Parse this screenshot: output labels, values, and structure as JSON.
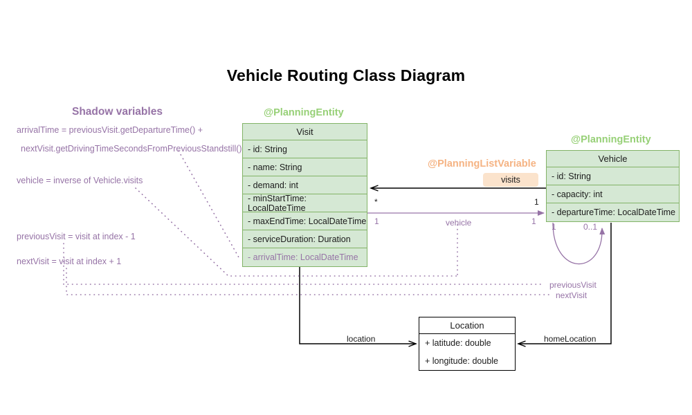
{
  "title": "Vehicle Routing Class Diagram",
  "colors": {
    "entity_fill": "#d5e8d4",
    "entity_stroke": "#82b366",
    "stereotype_green": "#97d077",
    "stereotype_orange": "#f5b383",
    "shadow_purple": "#9673a6",
    "badge_fill": "#fbe3cc",
    "plain_stroke": "#000000"
  },
  "shadow_panel": {
    "heading": "Shadow variables",
    "lines": [
      "arrivalTime = previousVisit.getDepartureTime() +",
      "nextVisit.getDrivingTimeSecondsFromPreviousStandstill()",
      "vehicle = inverse of Vehicle.visits",
      "previousVisit = visit at index - 1",
      "nextVisit = visit at index + 1"
    ]
  },
  "classes": {
    "visit": {
      "stereotype": "@PlanningEntity",
      "name": "Visit",
      "attributes": [
        {
          "text": "- id: String",
          "shadow": false
        },
        {
          "text": "- name: String",
          "shadow": false
        },
        {
          "text": "- demand: int",
          "shadow": false
        },
        {
          "text": "- minStartTime: LocalDateTime",
          "shadow": false
        },
        {
          "text": "- maxEndTime: LocalDateTime",
          "shadow": false
        },
        {
          "text": "- serviceDuration: Duration",
          "shadow": false
        },
        {
          "text": "- arrivalTime: LocalDateTime",
          "shadow": true
        }
      ]
    },
    "vehicle": {
      "stereotype": "@PlanningEntity",
      "name": "Vehicle",
      "attributes": [
        {
          "text": "- id: String",
          "shadow": false
        },
        {
          "text": "- capacity: int",
          "shadow": false
        },
        {
          "text": "- departureTime: LocalDateTime",
          "shadow": false
        }
      ]
    },
    "location": {
      "name": "Location",
      "attributes": [
        {
          "text": "+ latitude: double"
        },
        {
          "text": "+ longitude: double"
        }
      ]
    }
  },
  "annotations": {
    "planning_list_variable": "@PlanningListVariable",
    "visits_badge": "visits"
  },
  "edges": {
    "visits_source_mult": "1",
    "visits_target_mult": "*",
    "vehicle_label": "vehicle",
    "vehicle_source_mult": "1",
    "vehicle_target_mult": "1",
    "vehicle_left_mult": "1",
    "chain_prev_mult": "1",
    "chain_next_mult": "0..1",
    "previous_visit_label": "previousVisit",
    "next_visit_label": "nextVisit",
    "location_label": "location",
    "home_location_label": "homeLocation"
  }
}
